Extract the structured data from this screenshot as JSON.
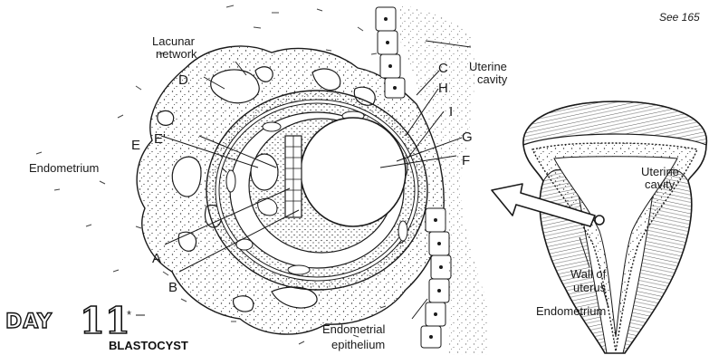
{
  "reference": "See 165",
  "day_word": "DAY",
  "day_number": "11",
  "asterisk": "*",
  "title": "BLASTOCYST",
  "labels": {
    "lacunar_network": "Lacunar network",
    "endometrium_left": "Endometrium",
    "endometrial_epithelium": "Endometrial epithelium",
    "uterine_cavity_top": "Uterine cavity",
    "uterine_cavity_inset": "Uterine cavity",
    "wall_of_uterus": "Wall of uterus",
    "endometrium_inset": "Endometrium"
  },
  "letters": {
    "A": "A",
    "B": "B",
    "C": "C",
    "D": "D",
    "E": "E",
    "E1": "E'",
    "F": "F",
    "G": "G",
    "H": "H",
    "I": "I"
  }
}
